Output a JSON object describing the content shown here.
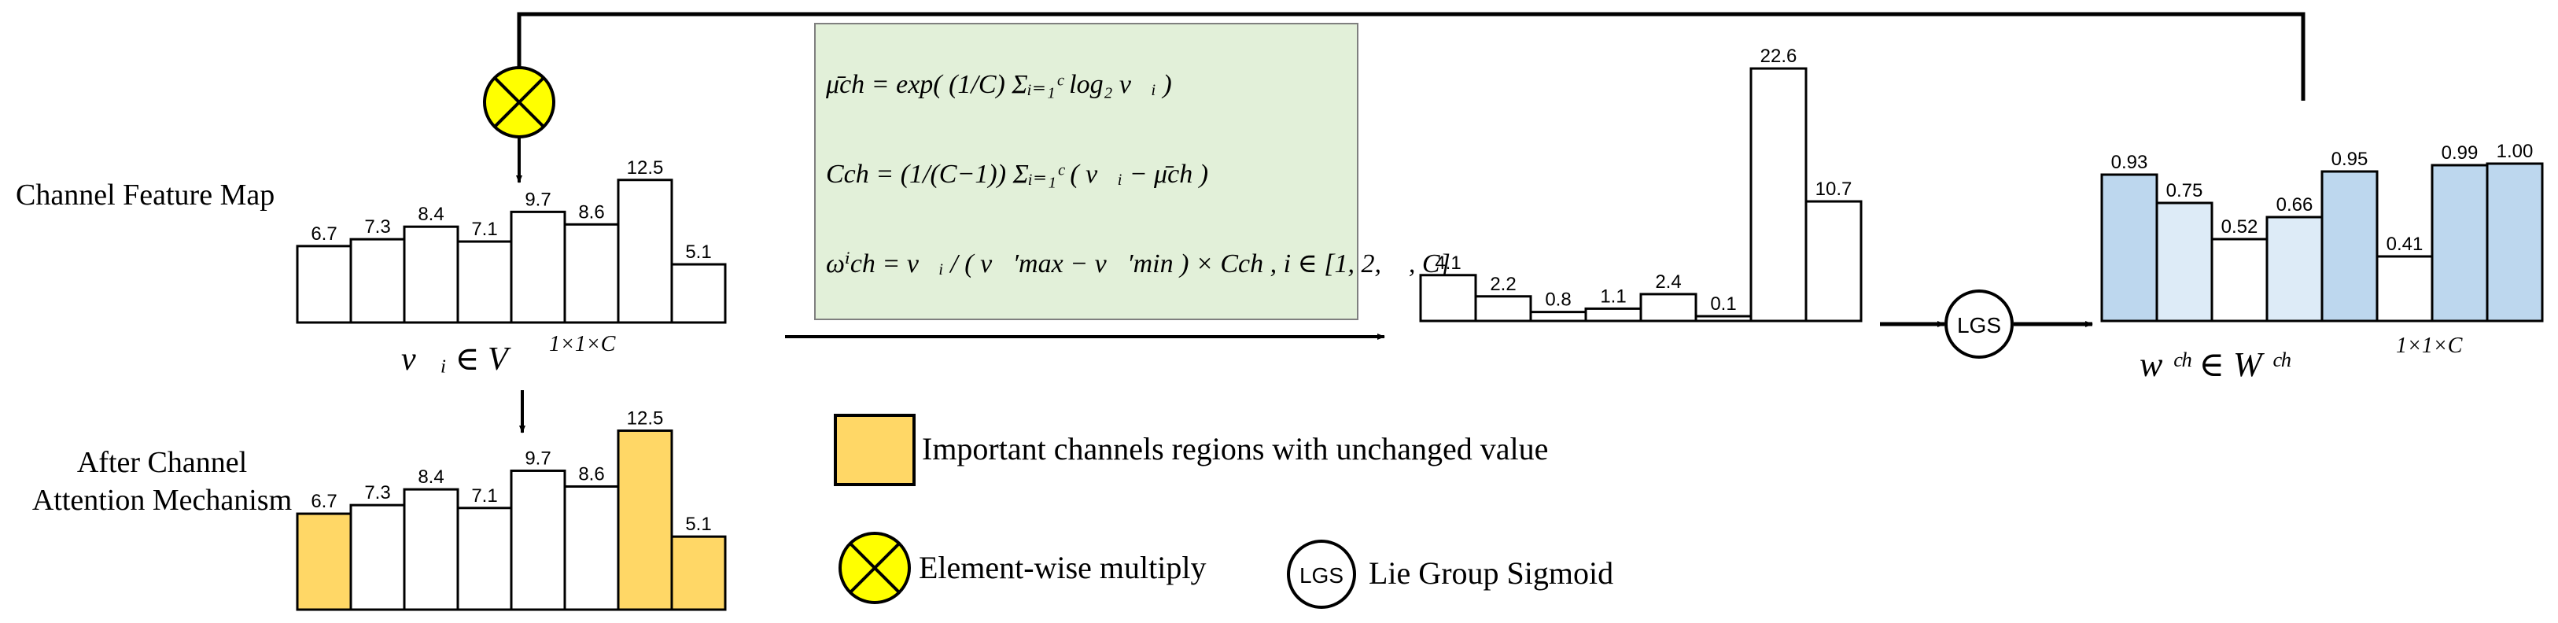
{
  "labels": {
    "channel_feature_map": "Channel Feature Map",
    "after_line1": "After Channel",
    "after_line2": "Attention Mechanism"
  },
  "math": {
    "vi_membership": "v⃗ᵢ ∈ V⃗",
    "vi_superscript": "1×1×C",
    "wch_membership": "w ᶜʰ ∈ W ᶜʰ",
    "wch_superscript": "1×1×C",
    "formula_mu": "μ̄ch = exp( (1/C) Σᵢ₌₁ᶜ log₂ v⃗ᵢ )",
    "formula_c": "Cch = (1/(C−1)) Σᵢ₌₁ᶜ ( v⃗ᵢ − μ̄ch )",
    "formula_omega": "ωⁱch = v⃗ᵢ / ( v⃗′max − v⃗′min ) × Cch , i ∈ [1, 2, ⋯, C]"
  },
  "legend": {
    "important": "Important channels regions with unchanged value",
    "multiply": "Element-wise multiply",
    "lgs": "Lie Group Sigmoid"
  },
  "nodes": {
    "lgs_label": "LGS"
  },
  "colors": {
    "important": "#FFD766",
    "dark_blue": "#BDD7EE",
    "light_blue": "#DDEBF7",
    "multiply_fill": "#FFFF00",
    "formula_bg": "#E2F0D9"
  },
  "chart_data": [
    {
      "type": "bar",
      "name_hint": "channel-feature-map",
      "values": [
        6.7,
        7.3,
        8.4,
        7.1,
        9.7,
        8.6,
        12.5,
        5.1
      ],
      "labels": [
        "6.7",
        "7.3",
        "8.4",
        "7.1",
        "9.7",
        "8.6",
        "12.5",
        "5.1"
      ]
    },
    {
      "type": "bar",
      "name_hint": "after-attention",
      "values": [
        6.7,
        7.3,
        8.4,
        7.1,
        9.7,
        8.6,
        12.5,
        5.1
      ],
      "labels": [
        "6.7",
        "7.3",
        "8.4",
        "7.1",
        "9.7",
        "8.6",
        "12.5",
        "5.1"
      ],
      "highlight": [
        true,
        false,
        false,
        false,
        false,
        false,
        true,
        true
      ]
    },
    {
      "type": "bar",
      "name_hint": "omega-values",
      "values": [
        4.1,
        2.2,
        0.8,
        1.1,
        2.4,
        0.1,
        22.6,
        10.7
      ],
      "labels": [
        "4.1",
        "2.2",
        "0.8",
        "1.1",
        "2.4",
        "0.1",
        "22.6",
        "10.7"
      ]
    },
    {
      "type": "bar",
      "name_hint": "lgs-weights",
      "values": [
        0.93,
        0.75,
        0.52,
        0.66,
        0.95,
        0.41,
        0.99,
        1.0
      ],
      "labels": [
        "0.93",
        "0.75",
        "0.52",
        "0.66",
        "0.95",
        "0.41",
        "0.99",
        "1.00"
      ],
      "fill": [
        "dark",
        "light",
        "white",
        "light",
        "dark",
        "white",
        "dark",
        "dark"
      ]
    }
  ]
}
